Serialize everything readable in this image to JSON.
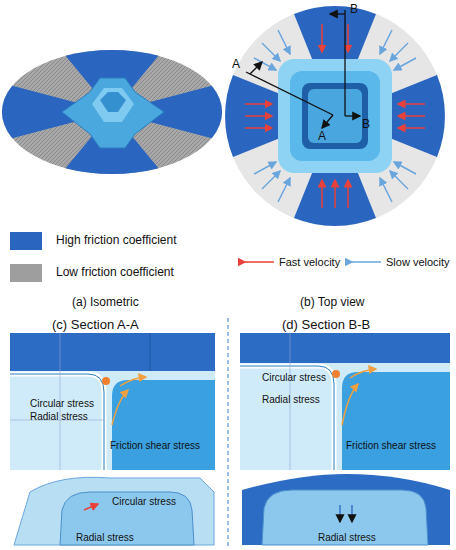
{
  "diagram": {
    "labels": [
      "(a) Isometric",
      "(b) Top view",
      "B",
      "A",
      "A",
      "B",
      "Fast velocity",
      "Slow velocity",
      "(c) Section A-A",
      "(d) Section B-B",
      "Circular stress",
      "Radial stress",
      "Friction shear stress",
      "Circular stress",
      "Radial stress",
      "Circular stress",
      "Radial stress",
      "Friction shear stress",
      "Radial stress"
    ],
    "legend": [
      {
        "text": "High friction coefficient",
        "color": "#2a66c0"
      },
      {
        "text": "Low friction coefficient",
        "color": "#9e9e9e"
      }
    ]
  }
}
